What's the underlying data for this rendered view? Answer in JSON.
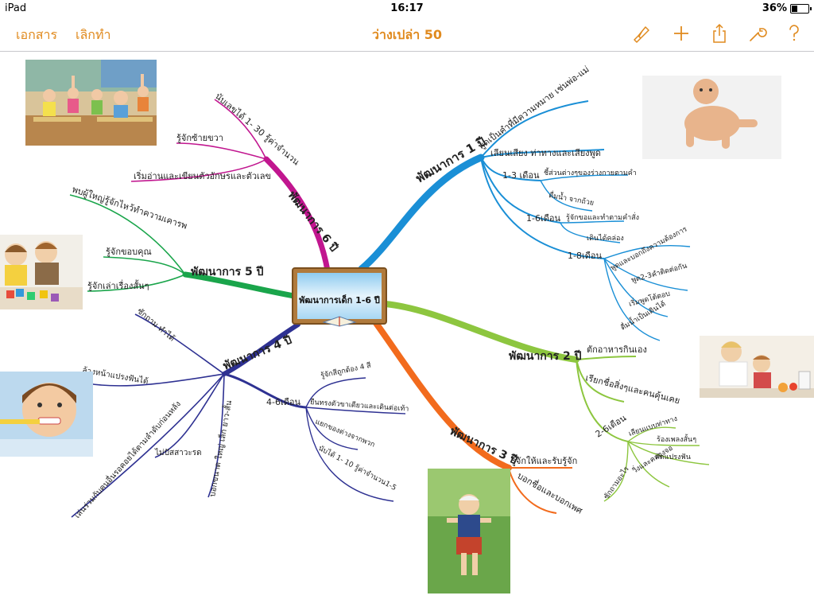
{
  "status": {
    "device": "iPad",
    "time": "16:17",
    "battery": "36%",
    "battery_fraction": 0.36
  },
  "toolbar": {
    "documents_label": "เอกสาร",
    "undo_label": "เลิกทำ",
    "title": "ว่างเปล่า 50",
    "icons": [
      "paintbrush-icon",
      "add-icon",
      "share-icon",
      "wrench-icon",
      "help-icon"
    ],
    "accent": "#e08a1e"
  },
  "mindmap": {
    "center": "พัฒนาการเด็ก 1-6 ปี",
    "branches": {
      "b1": {
        "label": "พัฒนาการ 1 ปี",
        "color": "#1a8fd6",
        "items": [
          "พูดเป็นคำที่มีความหมาย เช่นพ่อ-แม่",
          "เลียนเสียง ท่าทางและเสียงพูด",
          "1-3 เดือน",
          "ชี้ส่วนต่างๆของร่างกายตามคำ",
          "ดื่มน้ำ จากถ้วย",
          "1-6เดือน",
          "รู้จักขอและทำตามคำสั่ง",
          "เดินได้คล่อง",
          "1-8เดือน",
          "พูดและบอกถึงความต้องการ",
          "พูด2-3คำติดต่อกัน",
          "เริ่มพูดโต้ตอบ",
          "ดื่มน้ำเป็นเดินได้"
        ]
      },
      "b2": {
        "label": "พัฒนาการ 2 ปี",
        "color": "#8dc63f",
        "items": [
          "ตักอาหารกินเอง",
          "เรียกชื่อสิ่งๆและคนคุ้นเคย",
          "2-6เดือน",
          "เลียนแบบท่าทาง",
          "ร้องเพลงสั้นๆ",
          "ตัดแปรงฟัน",
          "วิ่งและคล่องจอ",
          "ซักถามอะไร"
        ]
      },
      "b3": {
        "label": "พัฒนาการ 3 ปี",
        "color": "#f26b1d",
        "items": [
          "รู้จักให้และรับรู้จัก",
          "บอกชื่อและบอกเพศ"
        ]
      },
      "b4": {
        "label": "พัฒนาการ 4 ปี",
        "color": "#2e3192",
        "items": [
          "ซักถาม ทำได้",
          "ล้างหน้าแปรงฟันได้",
          "เล่นร่วมกับคนอื่นรอคอยได้ตามลำดับก่อนหลัง",
          "ไม่ปัสสาวะรด",
          "บอกขนาด ใหญ่ เล็ก ยาว-สั้น",
          "4-6เดือน",
          "รู้จักสีถูกต้อง 4 สี",
          "ยืนทรงตัวขาเดียวและเดินต่อเท้า",
          "แยกของต่างจากพวก",
          "นับได้ 1- 10 รู้ค่าจำนวน1-5"
        ]
      },
      "b5": {
        "label": "พัฒนาการ 5 ปี",
        "color": "#1aa54b",
        "items": [
          "พบผู้ใหญ่รู้จักไหว้ทำความเคารพ",
          "รู้จักขอบคุณ",
          "รู้จักเล่าเรื่องสั้นๆ"
        ]
      },
      "b6": {
        "label": "พัฒนาการ 6 ปี",
        "color": "#c1168f",
        "items": [
          "นับเลขได้ 1- 30 รู้ค่าจำนวน",
          "รู้จักซ้ายขวา",
          "เริ่มอ่านและเขียนตัวอักษรและตัวเลข"
        ]
      }
    },
    "photos": [
      "classroom-photo",
      "crawling-baby-photo",
      "toddler-eating-photo",
      "running-toddler-photo",
      "boy-brushing-teeth-photo",
      "kids-playing-blocks-photo"
    ]
  }
}
